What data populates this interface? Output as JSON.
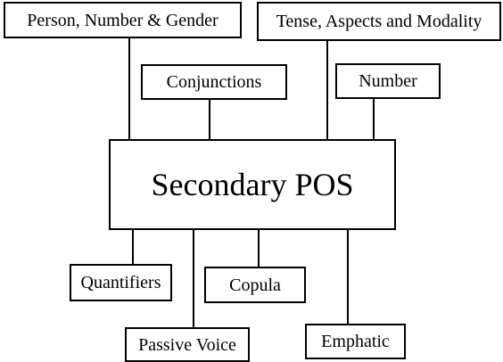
{
  "diagram": {
    "center": "Secondary POS",
    "nodes": {
      "person_number_gender": "Person, Number & Gender",
      "tense_aspects_modality": "Tense, Aspects and Modality",
      "conjunctions": "Conjunctions",
      "number": "Number",
      "quantifiers": "Quantifiers",
      "copula": "Copula",
      "passive_voice": "Passive Voice",
      "emphatic": "Emphatic"
    },
    "colors": {
      "line": "#000000",
      "box_fill": "#ffffff"
    }
  }
}
